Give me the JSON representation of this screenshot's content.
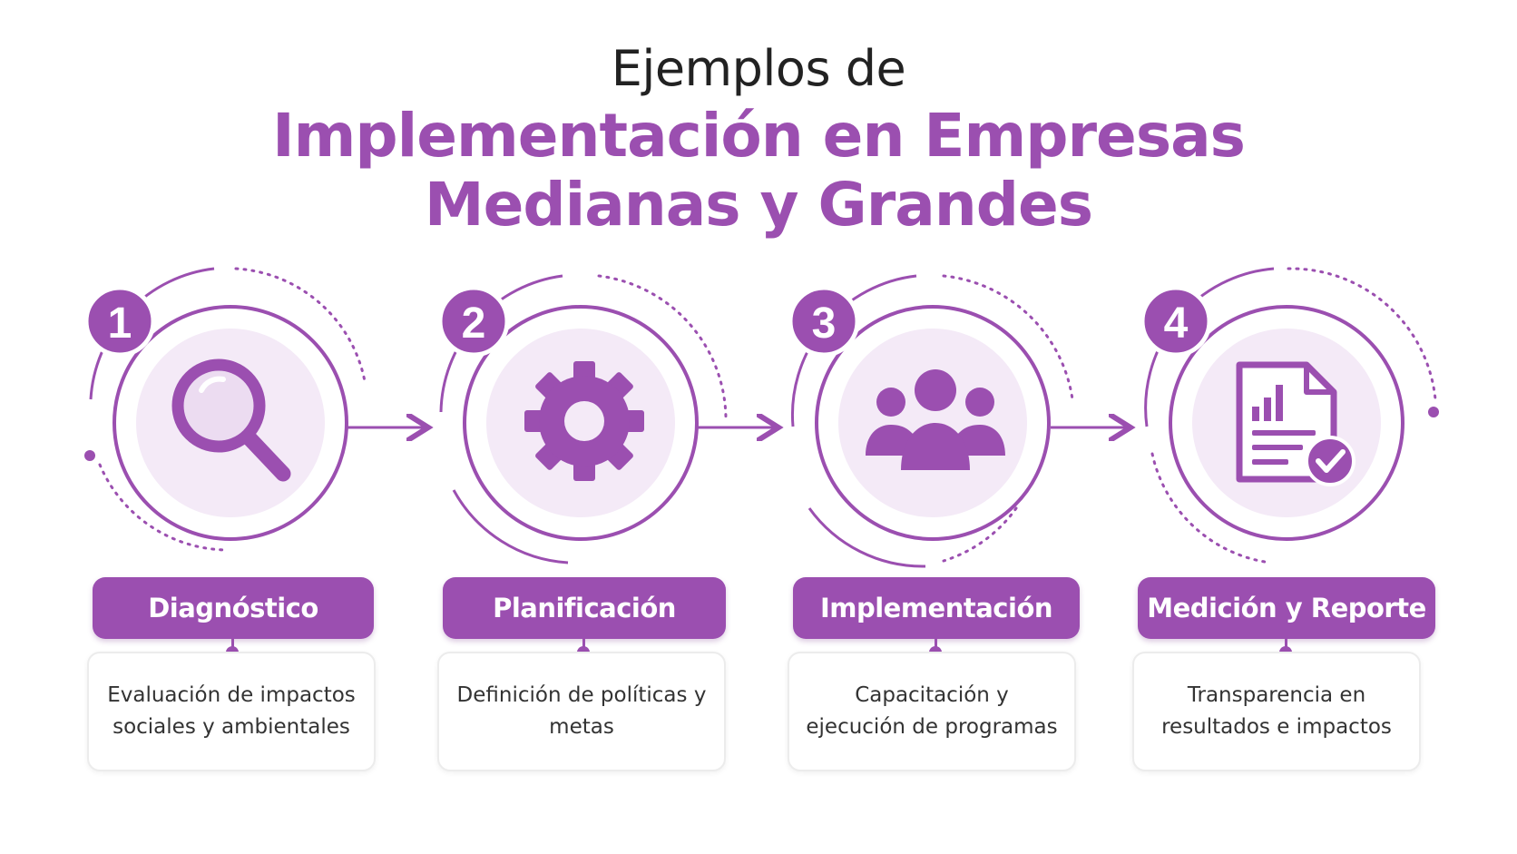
{
  "title": {
    "line1": "Ejemplos de",
    "line2": "Implementación en Empresas",
    "line3": "Medianas y Grandes"
  },
  "colors": {
    "accent": "#9b4fb0",
    "accent_light": "#f4eaf7",
    "text_dark": "#222222"
  },
  "steps": [
    {
      "number": "1",
      "label": "Diagnóstico",
      "description": "Evaluación de impactos sociales y ambientales",
      "icon": "magnifying-glass-icon"
    },
    {
      "number": "2",
      "label": "Planificación",
      "description": "Definición de políticas y metas",
      "icon": "gear-icon"
    },
    {
      "number": "3",
      "label": "Implementación",
      "description": "Capacitación y ejecución de programas",
      "icon": "people-group-icon"
    },
    {
      "number": "4",
      "label": "Medición y Reporte",
      "description": "Transparencia en resultados e impactos",
      "icon": "report-check-icon"
    }
  ]
}
